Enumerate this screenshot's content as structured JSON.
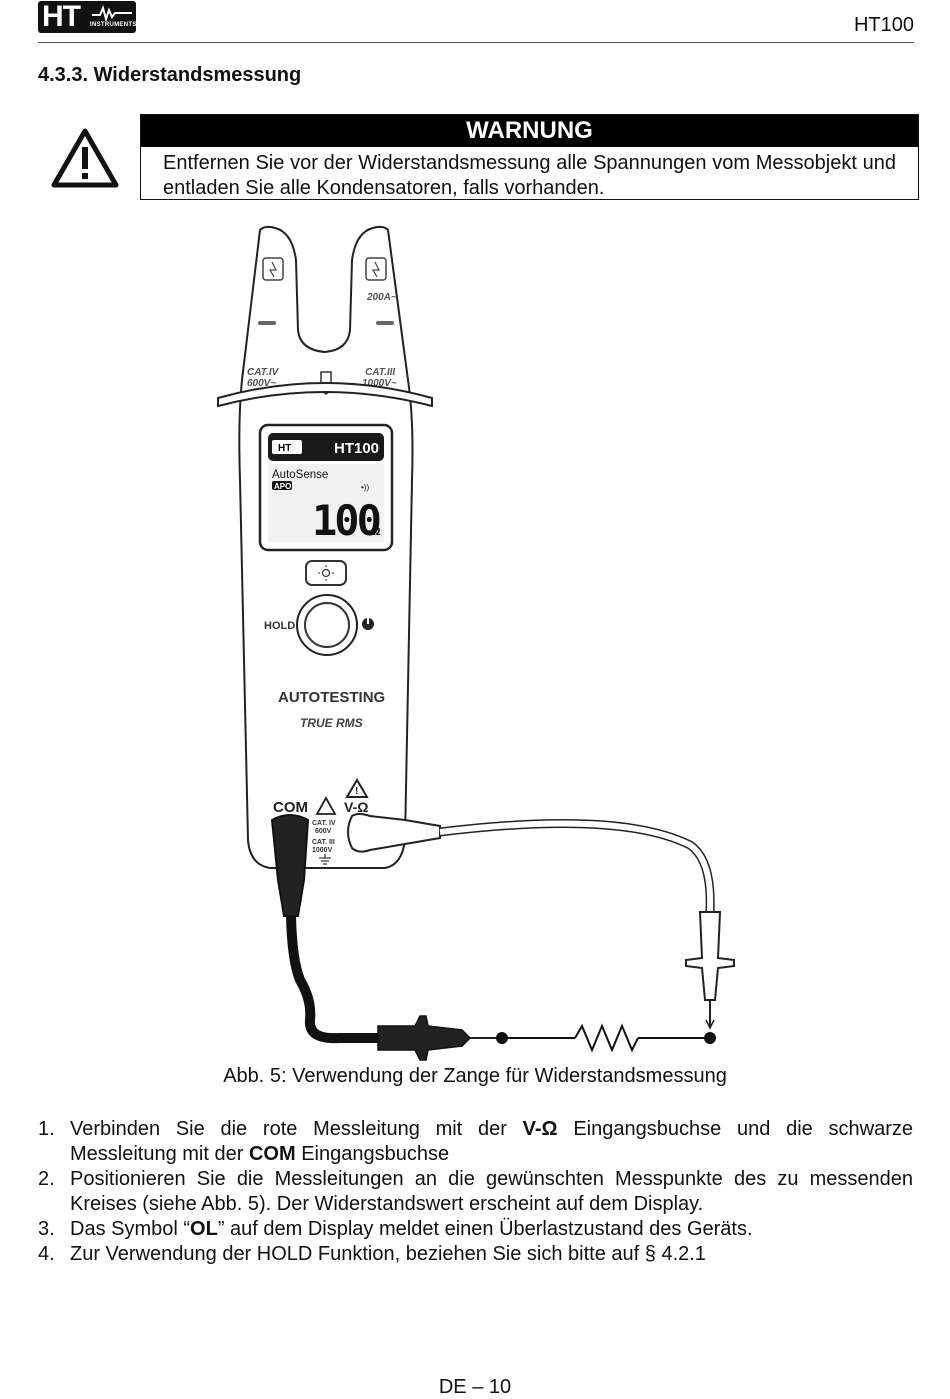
{
  "header": {
    "logo_text": "HT",
    "logo_subtext": "INSTRUMENTS",
    "model": "HT100"
  },
  "section": {
    "title": "4.3.3.  Widerstandsmessung"
  },
  "warning": {
    "title": "WARNUNG",
    "text": "Entfernen Sie vor der Widerstandsmessung alle Spannungen vom Messobjekt und entladen Sie alle Kondensatoren, falls vorhanden."
  },
  "device": {
    "jaw_current": "200A~",
    "cat_left_1": "CAT.IV",
    "cat_left_2": "600V~",
    "cat_right_1": "CAT.III",
    "cat_right_2": "1000V~",
    "display_brand": "HT",
    "display_model": "HT100",
    "display_mode": "AutoSense",
    "display_apo": "APO",
    "display_value": "100",
    "display_unit": "Ω",
    "hold_label": "HOLD",
    "autotesting": "AUTOTESTING",
    "true_rms": "TRUE RMS",
    "com_label": "COM",
    "v_label": "V-Ω",
    "jack_cat_1": "CAT. IV",
    "jack_cat_2": "600V",
    "jack_cat_3": "CAT. III",
    "jack_cat_4": "1000V"
  },
  "figure": {
    "caption": "Abb. 5: Verwendung der Zange für Widerstandsmessung"
  },
  "steps": [
    {
      "number": "1.",
      "pre": "Verbinden Sie die rote Messleitung mit der ",
      "b1": "V-Ω",
      "mid": " Eingangsbuchse und die schwarze Messleitung mit der ",
      "b2": "COM",
      "post": " Eingangsbuchse"
    },
    {
      "number": "2.",
      "text": "Positionieren Sie die Messleitungen an die gewünschten Messpunkte des zu messenden Kreises (siehe Abb. 5). Der Widerstandswert erscheint auf dem Display."
    },
    {
      "number": "3.",
      "pre": "Das Symbol “",
      "b1": "OL",
      "post": "” auf dem Display meldet einen Überlastzustand des Geräts."
    },
    {
      "number": "4.",
      "text": "Zur Verwendung der HOLD Funktion, beziehen Sie sich bitte auf § 4.2.1"
    }
  ],
  "footer": {
    "page": "DE – 10"
  }
}
